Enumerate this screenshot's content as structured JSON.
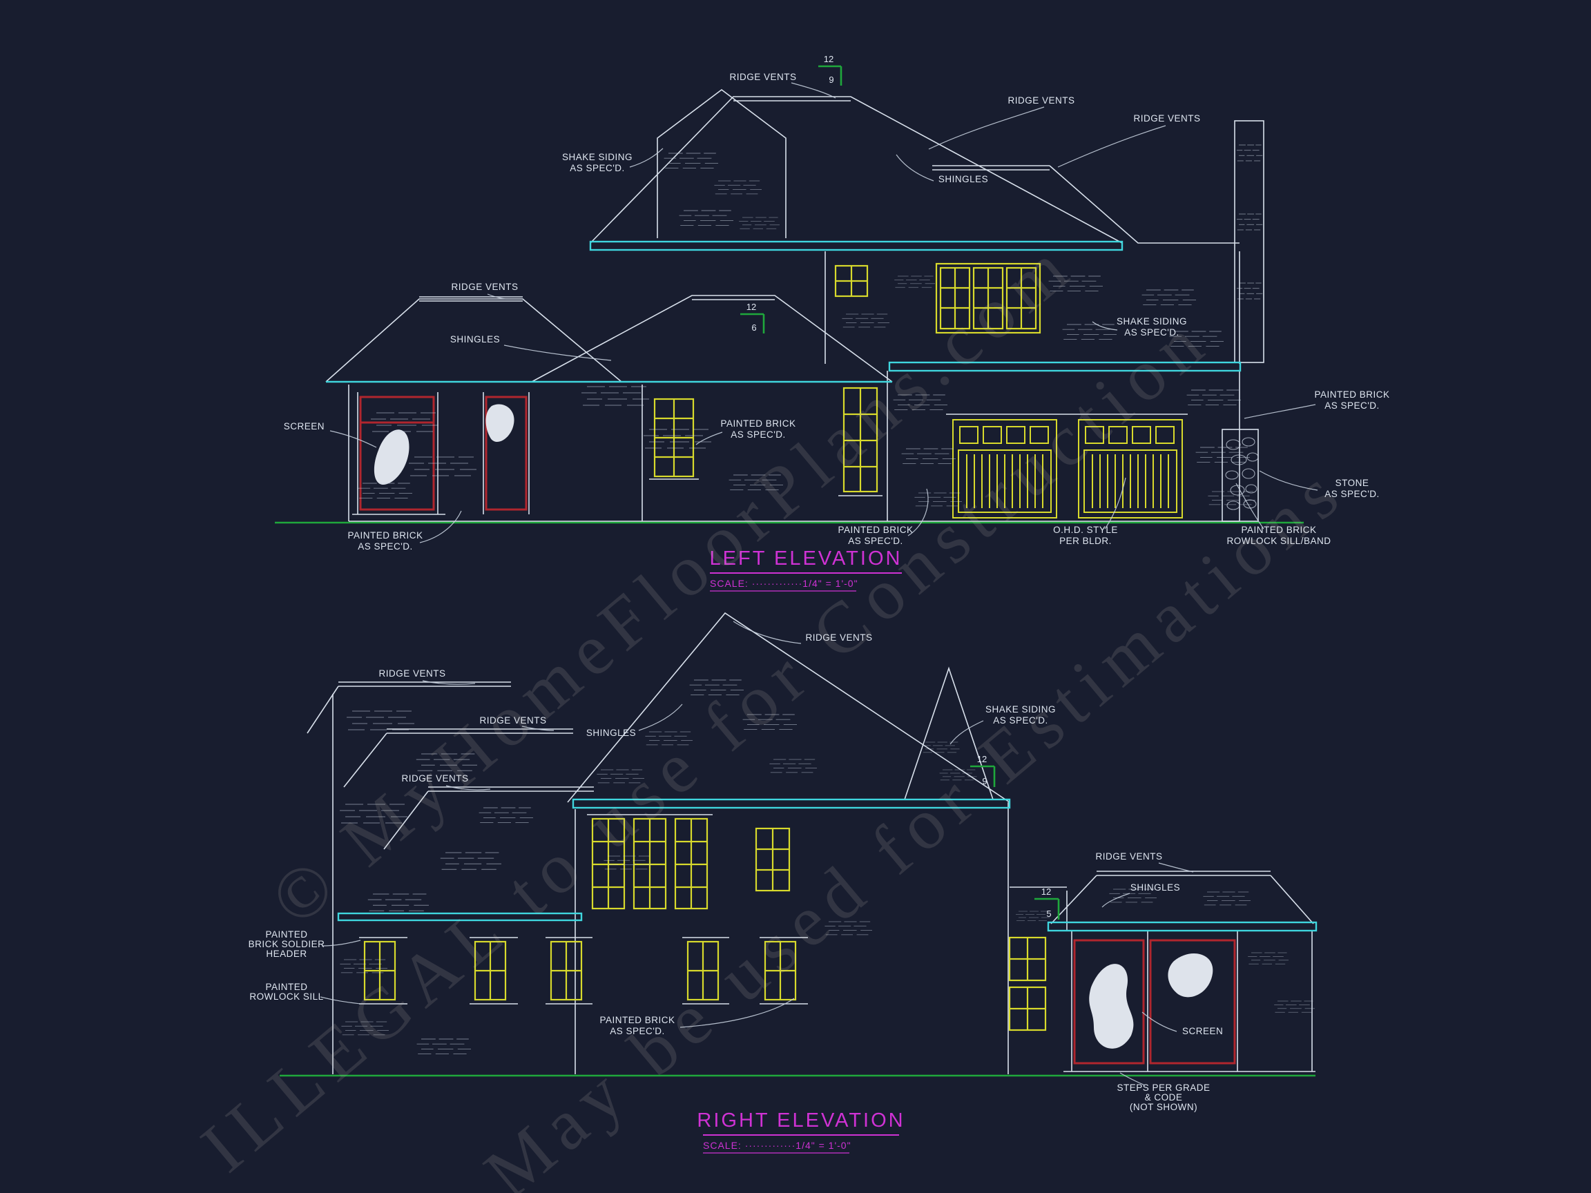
{
  "colors": {
    "background": "#181d2f",
    "line_white": "#d9e1ec",
    "trim_cyan": "#3fd6de",
    "window_yellow": "#d8da2c",
    "screen_red": "#b0262e",
    "grade_green": "#1fa83c",
    "title_magenta": "#cf32d4",
    "watermark": "#cfc8bd"
  },
  "watermark": {
    "line1": "© MyHomeFloorPlans.com",
    "line2": "ILLEGAL to use for Construction",
    "line3": "May be used for Estimations"
  },
  "left": {
    "title": "LEFT ELEVATION",
    "scale": "SCALE: ·············1/4\" = 1'-0\"",
    "pitch": [
      {
        "run": "12",
        "rise": "9"
      },
      {
        "run": "12",
        "rise": "6"
      }
    ],
    "labels": {
      "ridge_vents": "RIDGE VENTS",
      "shingles": "SHINGLES",
      "shake_siding": [
        "SHAKE SIDING",
        "AS SPEC'D."
      ],
      "screen": "SCREEN",
      "painted_brick": [
        "PAINTED BRICK",
        "AS SPEC'D."
      ],
      "stone": [
        "STONE",
        "AS SPEC'D."
      ],
      "ohd": [
        "O.H.D. STYLE",
        "PER BLDR."
      ],
      "rowlock_band": [
        "PAINTED BRICK",
        "ROWLOCK SILL/BAND"
      ]
    }
  },
  "right": {
    "title": "RIGHT ELEVATION",
    "scale": "SCALE: ·············1/4\" = 1'-0\"",
    "pitch": [
      {
        "run": "12",
        "rise": "9"
      },
      {
        "run": "12",
        "rise": "5"
      }
    ],
    "labels": {
      "ridge_vents": "RIDGE VENTS",
      "shingles": "SHINGLES",
      "shake_siding": [
        "SHAKE SIDING",
        "AS SPEC'D."
      ],
      "soldier_header": [
        "PAINTED",
        "BRICK SOLDIER",
        "HEADER"
      ],
      "rowlock_sill": [
        "PAINTED",
        "ROWLOCK SILL"
      ],
      "painted_brick": [
        "PAINTED BRICK",
        "AS SPEC'D."
      ],
      "screen": "SCREEN",
      "steps": [
        "STEPS PER GRADE",
        "& CODE",
        "(NOT SHOWN)"
      ]
    }
  }
}
